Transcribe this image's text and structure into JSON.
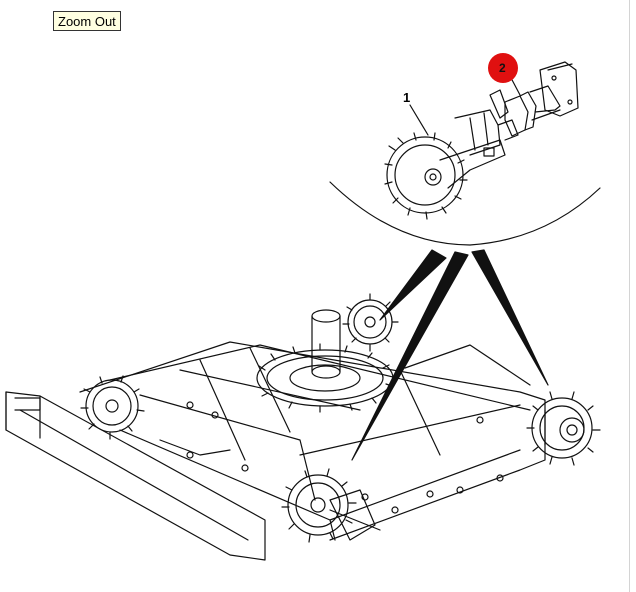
{
  "toolbar": {
    "zoom_out_label": "Zoom Out"
  },
  "callouts": [
    {
      "number": "1",
      "highlighted": false
    },
    {
      "number": "2",
      "highlighted": true
    }
  ],
  "colors": {
    "highlight": "#e01010",
    "line": "#111111",
    "tooltip_bg": "#ffffe1"
  }
}
